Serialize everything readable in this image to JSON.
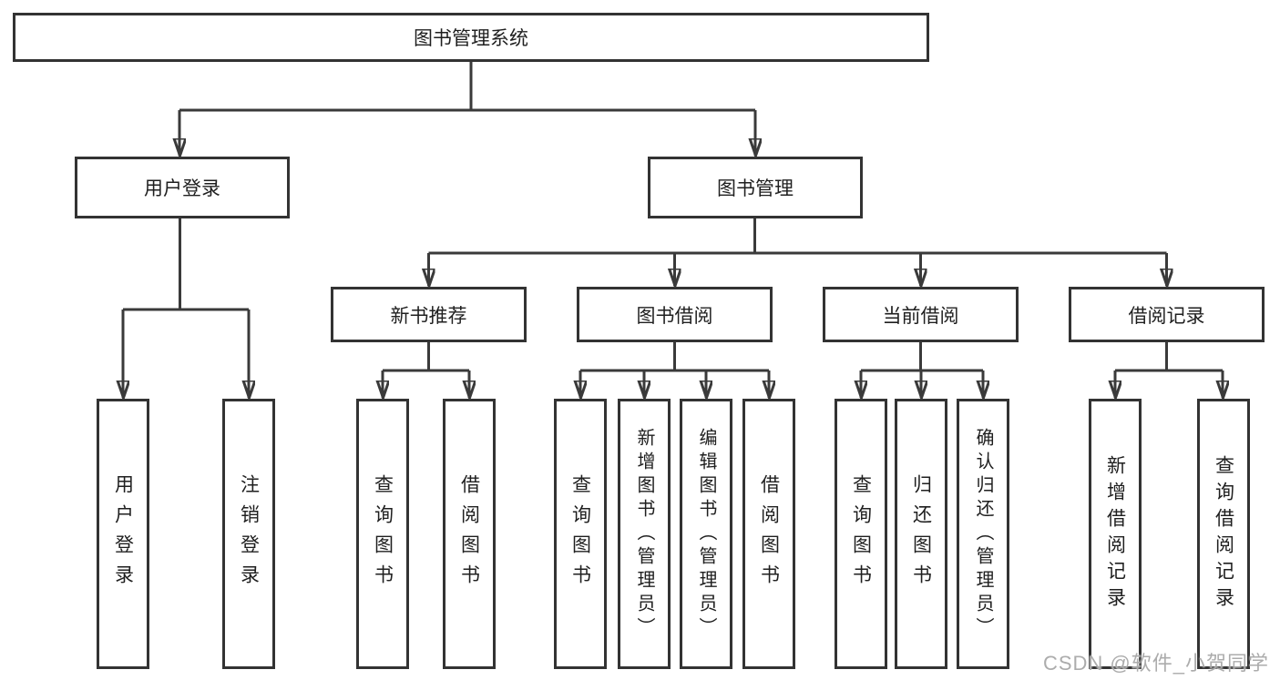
{
  "diagram": {
    "root": {
      "label": "图书管理系统"
    },
    "level2": [
      {
        "id": "user-login",
        "label": "用户登录"
      },
      {
        "id": "book-management",
        "label": "图书管理"
      }
    ],
    "level3": [
      {
        "id": "new-book-recommend",
        "label": "新书推荐"
      },
      {
        "id": "book-borrow",
        "label": "图书借阅"
      },
      {
        "id": "current-borrow",
        "label": "当前借阅"
      },
      {
        "id": "borrow-records",
        "label": "借阅记录"
      }
    ],
    "level4": [
      {
        "id": "user-login-leaf",
        "label": "用户登录"
      },
      {
        "id": "logout-leaf",
        "label": "注销登录"
      },
      {
        "id": "query-books-recommend",
        "label": "查询图书"
      },
      {
        "id": "borrow-books-recommend",
        "label": "借阅图书"
      },
      {
        "id": "query-books-borrow",
        "label": "查询图书"
      },
      {
        "id": "add-books-admin",
        "label": "新增图书（管理员）"
      },
      {
        "id": "edit-books-admin",
        "label": "编辑图书（管理员）"
      },
      {
        "id": "borrow-books-borrow",
        "label": "借阅图书"
      },
      {
        "id": "query-books-current",
        "label": "查询图书"
      },
      {
        "id": "return-books",
        "label": "归还图书"
      },
      {
        "id": "confirm-return-admin",
        "label": "确认归还（管理员）"
      },
      {
        "id": "add-borrow-record",
        "label": "新增借阅记录"
      },
      {
        "id": "query-borrow-record",
        "label": "查询借阅记录"
      }
    ],
    "watermark": "CSDN @软件_小贺同学",
    "colors": {
      "line": "#3a3a3a",
      "border": "#333333",
      "text": "#1f1f1f",
      "watermark": "#a8a8a8",
      "background": "#ffffff"
    }
  }
}
